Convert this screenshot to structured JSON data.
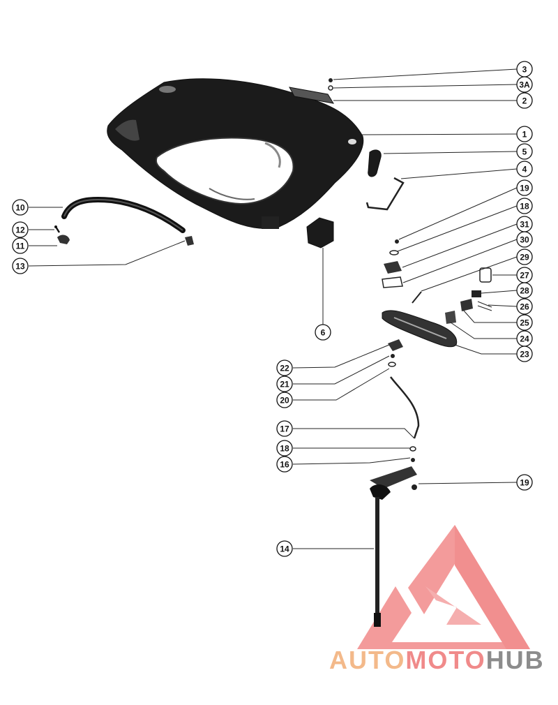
{
  "callouts": [
    {
      "id": "1",
      "label": "1"
    },
    {
      "id": "2",
      "label": "2"
    },
    {
      "id": "3",
      "label": "3"
    },
    {
      "id": "3a",
      "label": "3A"
    },
    {
      "id": "4",
      "label": "4"
    },
    {
      "id": "5",
      "label": "5"
    },
    {
      "id": "6",
      "label": "6"
    },
    {
      "id": "10",
      "label": "10"
    },
    {
      "id": "11",
      "label": "11"
    },
    {
      "id": "12",
      "label": "12"
    },
    {
      "id": "13",
      "label": "13"
    },
    {
      "id": "14",
      "label": "14"
    },
    {
      "id": "16",
      "label": "16"
    },
    {
      "id": "17",
      "label": "17"
    },
    {
      "id": "18a",
      "label": "18"
    },
    {
      "id": "18b",
      "label": "18"
    },
    {
      "id": "19a",
      "label": "19"
    },
    {
      "id": "19b",
      "label": "19"
    },
    {
      "id": "20",
      "label": "20"
    },
    {
      "id": "21",
      "label": "21"
    },
    {
      "id": "22",
      "label": "22"
    },
    {
      "id": "23",
      "label": "23"
    },
    {
      "id": "24",
      "label": "24"
    },
    {
      "id": "25",
      "label": "25"
    },
    {
      "id": "26",
      "label": "26"
    },
    {
      "id": "27",
      "label": "27"
    },
    {
      "id": "28",
      "label": "28"
    },
    {
      "id": "29",
      "label": "29"
    },
    {
      "id": "30",
      "label": "30"
    },
    {
      "id": "31",
      "label": "31"
    }
  ],
  "watermark": {
    "part1": "AUTO",
    "part2": "MOTO",
    "part3": "HUB",
    "color_light": "#f3b98a",
    "color_pink": "#f08a8a",
    "color_gray": "#8c8c8c",
    "logo_color": "#f07a7a"
  }
}
